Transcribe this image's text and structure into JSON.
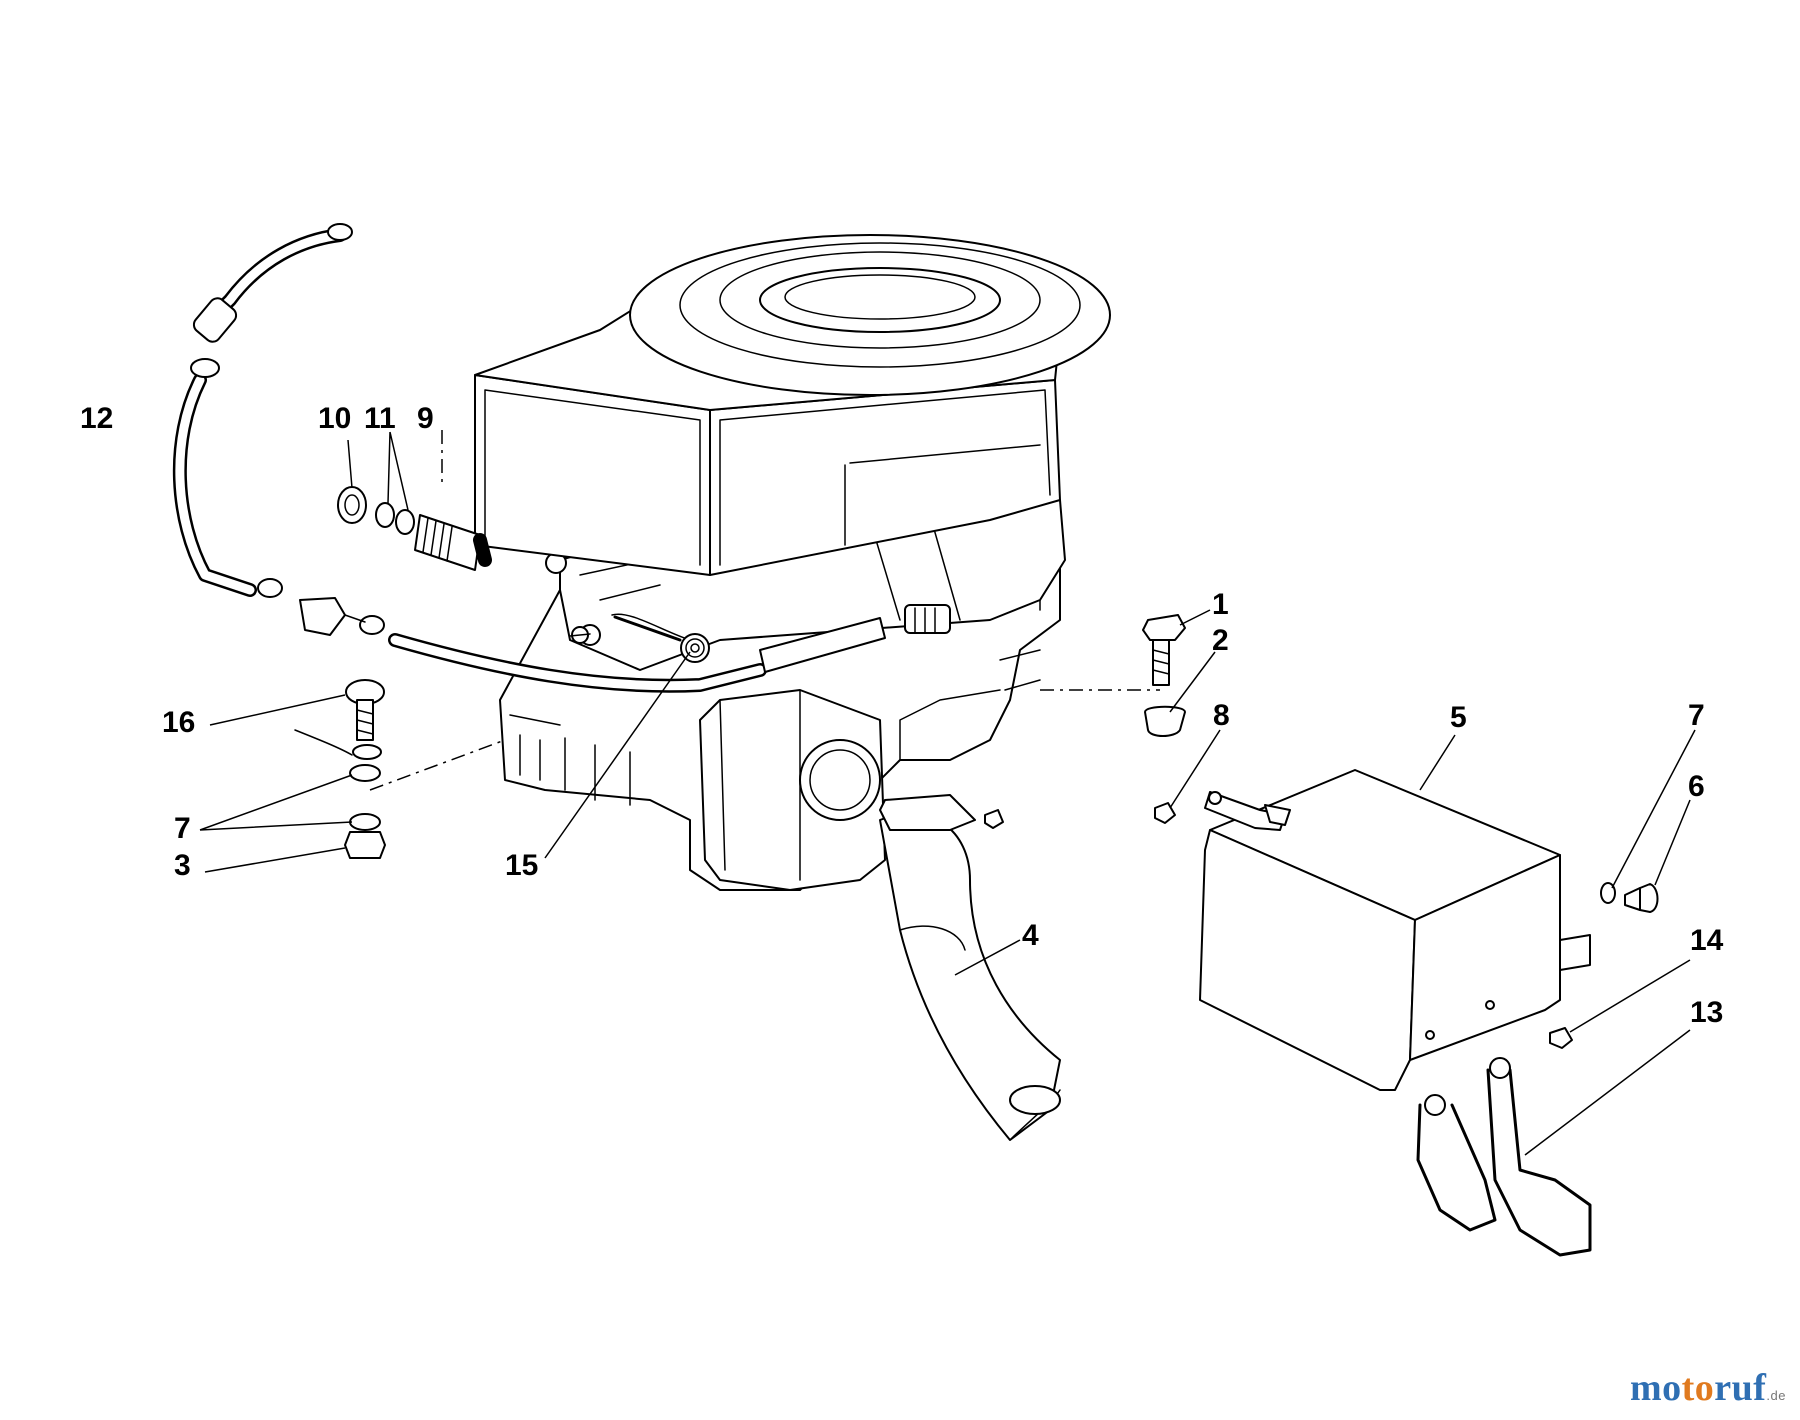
{
  "callouts": [
    {
      "id": "1",
      "label": "1"
    },
    {
      "id": "2",
      "label": "2"
    },
    {
      "id": "3",
      "label": "3"
    },
    {
      "id": "4",
      "label": "4"
    },
    {
      "id": "5",
      "label": "5"
    },
    {
      "id": "6",
      "label": "6"
    },
    {
      "id": "7a",
      "label": "7"
    },
    {
      "id": "7b",
      "label": "7"
    },
    {
      "id": "8",
      "label": "8"
    },
    {
      "id": "9",
      "label": "9"
    },
    {
      "id": "10",
      "label": "10"
    },
    {
      "id": "11",
      "label": "11"
    },
    {
      "id": "12",
      "label": "12"
    },
    {
      "id": "13",
      "label": "13"
    },
    {
      "id": "14",
      "label": "14"
    },
    {
      "id": "15",
      "label": "15"
    },
    {
      "id": "16",
      "label": "16"
    }
  ],
  "watermark": {
    "part1": "mo",
    "part2": "to",
    "part3": "ruf",
    "tld": ".de"
  }
}
